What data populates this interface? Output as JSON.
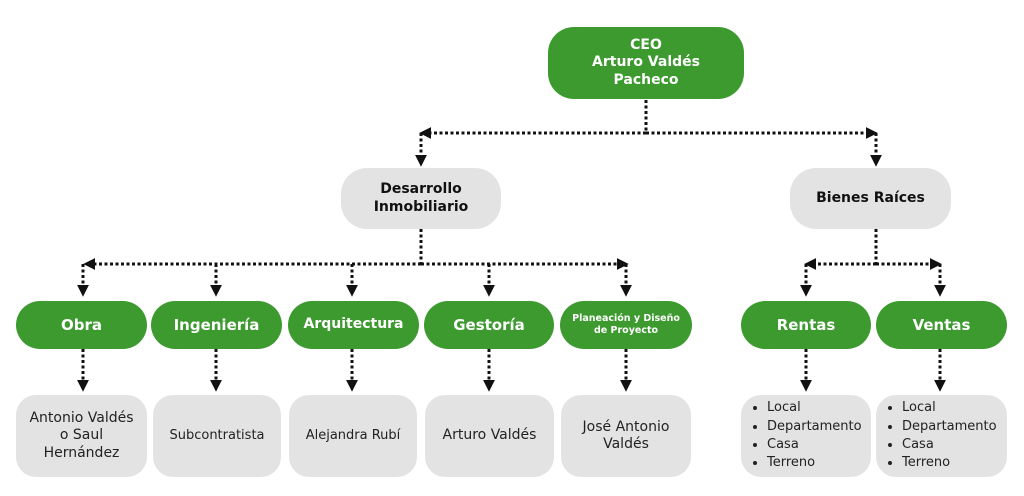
{
  "ceo": {
    "lines": [
      "CEO",
      "Arturo Valdés",
      "Pacheco"
    ]
  },
  "desarrollo": {
    "lines": [
      "Desarrollo",
      "Inmobiliario"
    ]
  },
  "bienes": {
    "label": "Bienes Raíces"
  },
  "departments": [
    {
      "label": "Obra",
      "leaf_lines": [
        "Antonio Valdés",
        "o Saul",
        "Hernández"
      ]
    },
    {
      "label": "Ingeniería",
      "leaf_lines": [
        "Subcontratista"
      ]
    },
    {
      "label": "Arquitectura",
      "leaf_lines": [
        "Alejandra Rubí"
      ]
    },
    {
      "label": "Gestoría",
      "leaf_lines": [
        "Arturo Valdés"
      ]
    },
    {
      "lines": [
        "Planeación y Diseño",
        "de Proyecto"
      ],
      "leaf_lines": [
        "José Antonio",
        "Valdés"
      ]
    }
  ],
  "rentas": {
    "label": "Rentas",
    "items": [
      "Local",
      "Departamento",
      "Casa",
      "Terreno"
    ]
  },
  "ventas": {
    "label": "Ventas",
    "items": [
      "Local",
      "Departamento",
      "Casa",
      "Terreno"
    ]
  },
  "colors": {
    "green": "#3c9a2f",
    "grey": "#e3e3e3",
    "connector": "#111111"
  }
}
